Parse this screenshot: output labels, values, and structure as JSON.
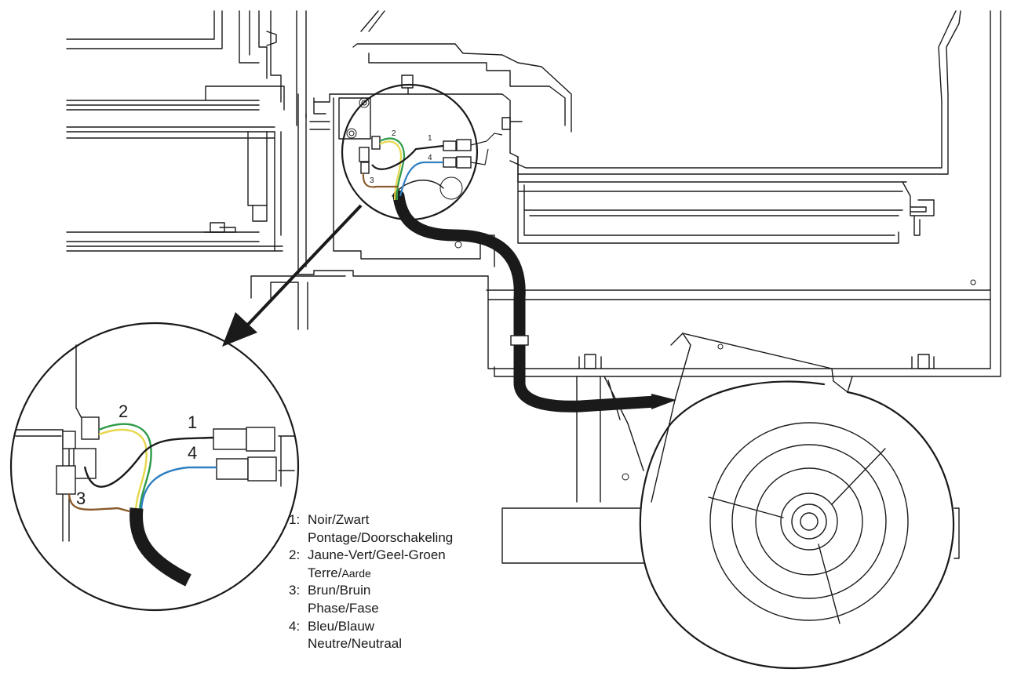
{
  "wire_colors": {
    "black": "#1a1a1a",
    "green": "#2e9a48",
    "yellow": "#e6d84a",
    "brown": "#8b5a2b",
    "blue": "#2f7fc1"
  },
  "callout_numbers": {
    "small": [
      "1",
      "2",
      "3",
      "4"
    ],
    "large": [
      "1",
      "2",
      "3",
      "4"
    ]
  },
  "legend": [
    {
      "key": "1:",
      "line1": "Noir/Zwart",
      "line2": "Pontage/Doorschakeling",
      "line2b": ""
    },
    {
      "key": "2:",
      "line1": "Jaune-Vert/Geel-Groen",
      "line2": "Terre/",
      "line2b": "Aarde"
    },
    {
      "key": "3:",
      "line1": "Brun/Bruin",
      "line2": "Phase/Fase",
      "line2b": ""
    },
    {
      "key": "4:",
      "line1": "Bleu/Blauw",
      "line2": "Neutre/Neutraal",
      "line2b": ""
    }
  ]
}
